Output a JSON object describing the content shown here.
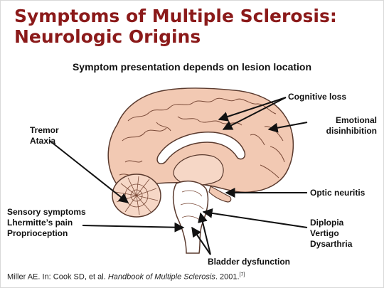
{
  "title": {
    "line1": "Symptoms of Multiple Sclerosis:",
    "line2": "Neurologic Origins"
  },
  "subtitle": "Symptom presentation depends on lesion location",
  "labels": {
    "cognitive_loss": "Cognitive loss",
    "emotional": [
      "Emotional",
      "disinhibition"
    ],
    "tremor_ataxia": [
      "Tremor",
      "Ataxia"
    ],
    "optic_neuritis": "Optic neuritis",
    "sensory": [
      "Sensory symptoms",
      "Lhermitte’s pain",
      "Proprioception"
    ],
    "brainstem": [
      "Diplopia",
      "Vertigo",
      "Dysarthria"
    ],
    "bladder": "Bladder dysfunction"
  },
  "citation": {
    "prefix": "Miller AE. In: Cook SD, et al. ",
    "book": "Handbook of Multiple Sclerosis",
    "suffix": ". 2001.",
    "ref": "[7]"
  },
  "colors": {
    "title": "#8b1a1a",
    "brain_fill": "#f2c9b3",
    "brain_outline": "#5a3a2e"
  }
}
